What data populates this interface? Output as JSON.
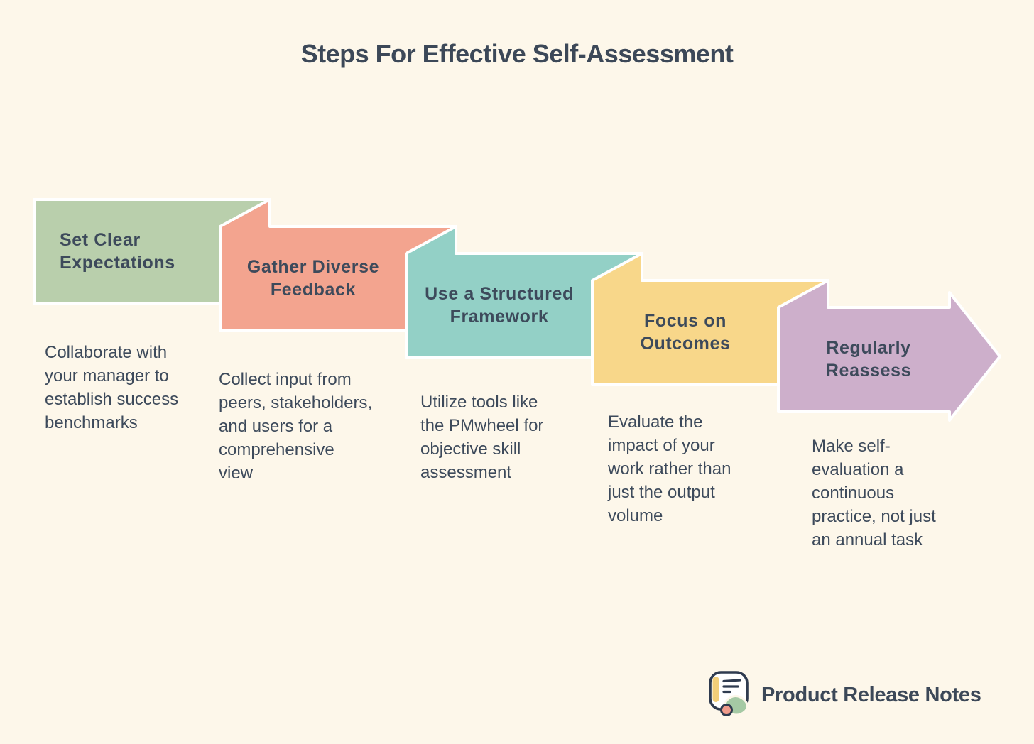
{
  "page": {
    "title": "Steps For Effective Self-Assessment",
    "background": "#FDF7EA",
    "shape_stroke": "#FFFFFF",
    "text_color": "#3D4A5B",
    "title_color": "#3C4858"
  },
  "steps": [
    {
      "title": "Set Clear\nExpectations",
      "description": "Collaborate with\nyour manager to\nestablish success\nbenchmarks",
      "color": "#B9CFAC"
    },
    {
      "title": "Gather Diverse\nFeedback",
      "description": "Collect input from\npeers, stakeholders,\nand users for a\ncomprehensive\nview",
      "color": "#F3A48F"
    },
    {
      "title": "Use a Structured\nFramework",
      "description": "Utilize tools like\nthe PMwheel for\nobjective skill\nassessment",
      "color": "#93D0C6"
    },
    {
      "title": "Focus on\nOutcomes",
      "description": "Evaluate the\nimpact of your\nwork rather than\njust the output\nvolume",
      "color": "#F8D78A"
    },
    {
      "title": "Regularly\nReassess",
      "description": "Make self-\nevaluation a\ncontinuous\npractice, not just\nan annual task",
      "color": "#CDAFCB"
    }
  ],
  "logo": {
    "text": "Product Release Notes",
    "outline_color": "#2F3B4F",
    "paper_color": "#FFFFFF",
    "bookmark_color": "#F2CE79",
    "blob_color": "#A5C9A4",
    "dot_color": "#EF9B8B"
  }
}
